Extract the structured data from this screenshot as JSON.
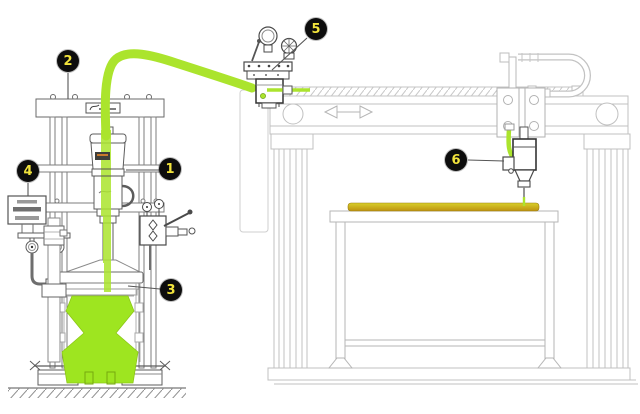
{
  "colors": {
    "material-green": "#abe42d",
    "drum-green": "#9ee520",
    "bead-top": "#d8d02a",
    "bead-bottom": "#bd9110",
    "callout-bg": "#0d0d0d",
    "callout-text": "#f2e43c"
  },
  "callouts": [
    {
      "label": "1"
    },
    {
      "label": "2"
    },
    {
      "label": "3"
    },
    {
      "label": "4"
    },
    {
      "label": "5"
    },
    {
      "label": "6"
    }
  ]
}
